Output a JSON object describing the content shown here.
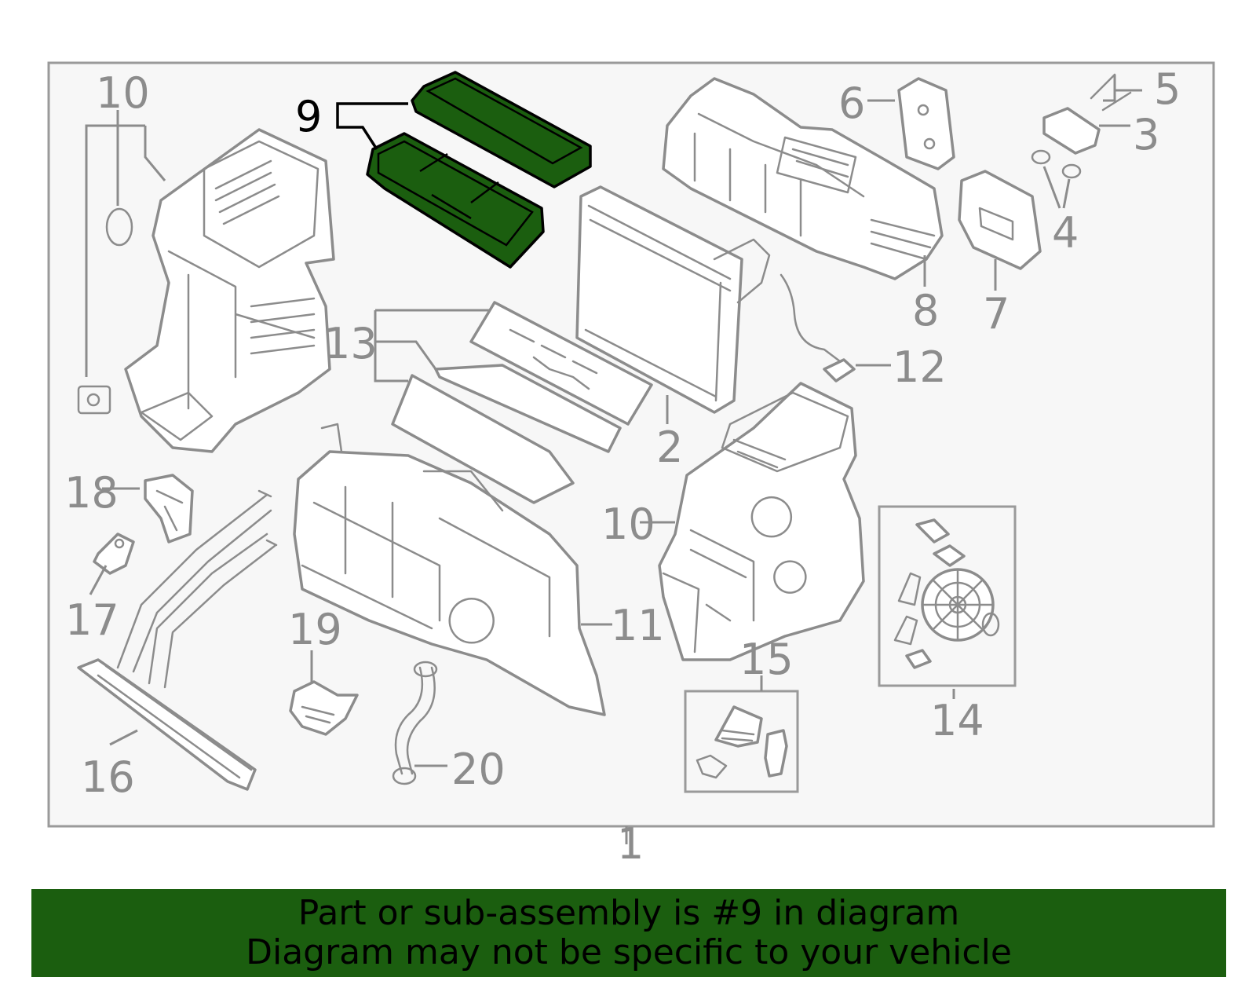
{
  "callouts": {
    "c1": "1",
    "c2": "2",
    "c3": "3",
    "c4": "4",
    "c5": "5",
    "c6": "6",
    "c7": "7",
    "c8": "8",
    "c9": "9",
    "c10a": "10",
    "c10b": "10",
    "c11": "11",
    "c12": "12",
    "c13": "13",
    "c14": "14",
    "c15": "15",
    "c16": "16",
    "c17": "17",
    "c18": "18",
    "c19": "19",
    "c20": "20"
  },
  "banner": {
    "line1": "Part or sub-assembly is #9 in diagram",
    "line2": "Diagram may not be specific to your vehicle"
  },
  "colors": {
    "highlight_fill": "#1b5e0f",
    "banner": "#1b5e0f",
    "frame": "#9a9a9a",
    "frame_fill": "#f7f7f7",
    "part_line": "#8c8c8c"
  }
}
